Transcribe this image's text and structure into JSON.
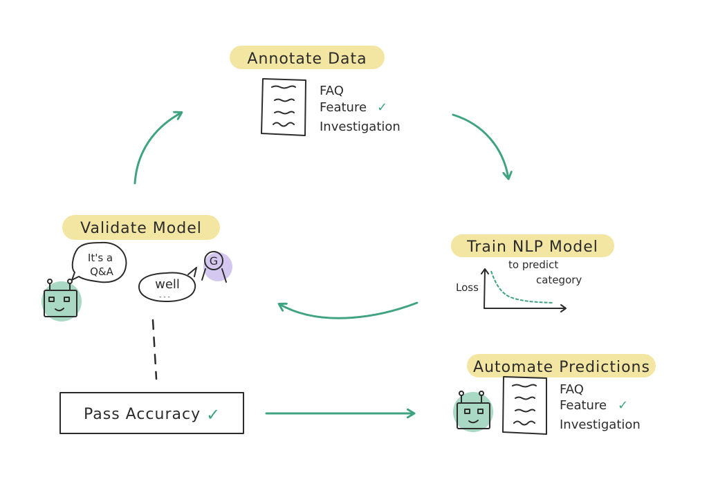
{
  "colors": {
    "highlight": "#f3e6a2",
    "accent_green": "#3fa382",
    "robot_green": "#a9d9c5",
    "purple_user": "#d5c8f0",
    "ink": "#2b2b2b"
  },
  "annotate": {
    "title": "Annotate Data",
    "categories": [
      "FAQ",
      "Feature",
      "Investigation"
    ],
    "check": "✓"
  },
  "train": {
    "title": "Train NLP Model",
    "subtitle_line1": "to predict",
    "subtitle_line2": "category",
    "loss_label": "Loss"
  },
  "validate": {
    "title": "Validate Model",
    "bot_bubble_line1": "It's a",
    "bot_bubble_line2": "Q&A",
    "user_bubble": "well",
    "user_bubble_trail": "- - -",
    "user_initial": "G"
  },
  "pass": {
    "label": "Pass Accuracy",
    "check": "✓"
  },
  "automate": {
    "title": "Automate Predictions",
    "categories": [
      "FAQ",
      "Feature",
      "Investigation"
    ],
    "check": "✓"
  }
}
